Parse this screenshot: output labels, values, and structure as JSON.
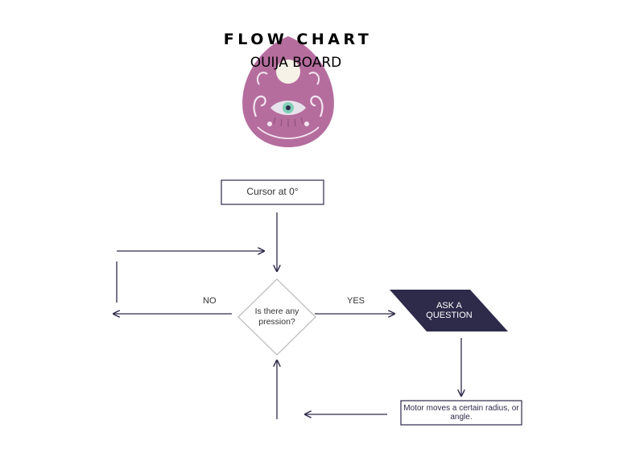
{
  "header": {
    "title": "FLOW CHART",
    "subtitle": "OUIJA BOARD"
  },
  "logo": {
    "icon": "ouija-planchette-eye-icon",
    "color": "#b56d9e"
  },
  "nodes": {
    "start": "Cursor at 0°",
    "decision": "Is there any pression?",
    "action": "ASK A QUESTION",
    "process": "Motor moves a certain radius, or angle."
  },
  "edges": {
    "no": "NO",
    "yes": "YES"
  },
  "colors": {
    "action_fill": "#2e2a4a",
    "arrow": "#2e2a4a"
  }
}
